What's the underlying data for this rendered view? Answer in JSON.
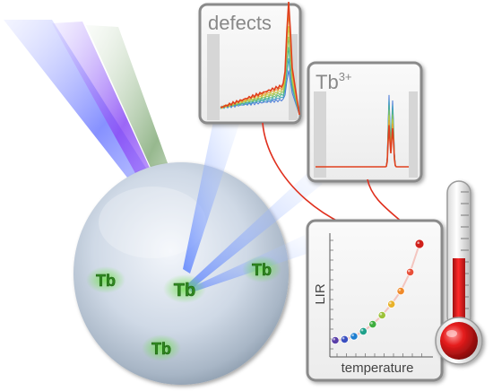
{
  "panels": {
    "defects": {
      "label": "defects"
    },
    "tb": {
      "label_main": "Tb",
      "label_sup": "3+"
    },
    "lir": {
      "ylabel": "LIR",
      "xlabel": "temperature"
    }
  },
  "sphere": {
    "tb_labels": [
      "Tb",
      "Tb",
      "Tb",
      "Tb"
    ]
  },
  "colors": {
    "accent_red": "#e0301e",
    "beam_violet": "#9b5cf0",
    "beam_blue": "#6a7dff",
    "beam_green": "#6d9b5a",
    "tb_green": "#2f8a1f",
    "panel_border": "#8a8a8a"
  },
  "chart_data": {
    "type": "scatter",
    "xlabel": "temperature",
    "ylabel": "LIR",
    "point_colors": [
      "#5a3fa8",
      "#3a4fc0",
      "#1f7fd0",
      "#1fa08a",
      "#3fae3f",
      "#9cc23a",
      "#e8b22a",
      "#f08a2a",
      "#e8503a",
      "#d0201a"
    ],
    "x": [
      1,
      2,
      3,
      4,
      5,
      6,
      7,
      8,
      9,
      10
    ],
    "y": [
      0.04,
      0.05,
      0.08,
      0.13,
      0.2,
      0.29,
      0.4,
      0.53,
      0.72,
      1.0
    ]
  }
}
